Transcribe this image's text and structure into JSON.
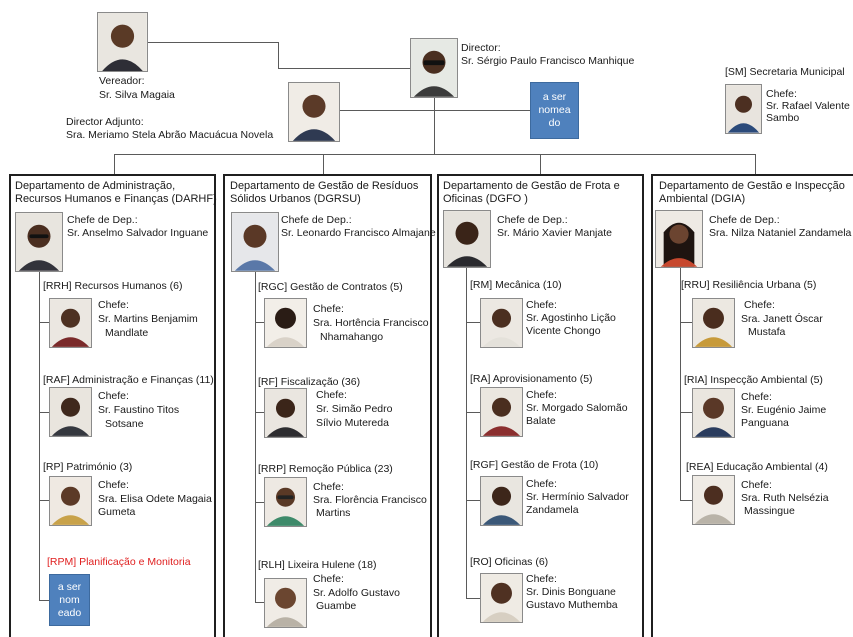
{
  "top": {
    "vereador": {
      "role": "Vereador:",
      "name": "Sr. Silva Magaia"
    },
    "director": {
      "role": "Director:",
      "name": "Sr. Sérgio Paulo Francisco Manhique"
    },
    "adjunto": {
      "role": "Director Adjunto:",
      "name": "Sra. Meriamo Stela Abrão Macuácua Novela"
    },
    "pending": "a ser\nnomea\ndo",
    "secretaria": {
      "title": "[SM] Secretaria Municipal",
      "role": "Chefe:",
      "name1": "Sr. Rafael Valente",
      "name2": "Sambo"
    }
  },
  "departments": [
    {
      "title1": "Departamento de Administração,",
      "title2": "Recursos Humanos e Finanças (DARHF)",
      "chief_role": "Chefe de Dep.:",
      "chief_name": "Sr. Anselmo Salvador Inguane",
      "units": [
        {
          "title": "[RRH] Recursos Humanos (6)",
          "role": "Chefe:",
          "name1": "Sr. Martins Benjamim",
          "name2": "Mandlate"
        },
        {
          "title": "[RAF] Administração e Finanças (11)",
          "role": "Chefe:",
          "name1": "Sr. Faustino Titos",
          "name2": "Sotsane"
        },
        {
          "title": "[RP] Património (3)",
          "role": "Chefe:",
          "name1": "Sra. Elisa Odete Magaia",
          "name2": "Gumeta"
        },
        {
          "title": "[RPM] Planificação e Monitoria",
          "pending": "a ser\nnom\neado"
        }
      ]
    },
    {
      "title1": "Departamento de Gestão de Resíduos",
      "title2": "Sólidos Urbanos (DGRSU)",
      "chief_role": "Chefe de Dep.:",
      "chief_name": "Sr. Leonardo Francisco Almajane",
      "units": [
        {
          "title": "[RGC] Gestão de Contratos (5)",
          "role": "Chefe:",
          "name1": "Sra. Hortência Francisco",
          "name2": "Nhamahango"
        },
        {
          "title": "[RF] Fiscalização (36)",
          "role": "Chefe:",
          "name1": "Sr. Simão Pedro",
          "name2": "Sílvio Mutereda"
        },
        {
          "title": "[RRP] Remoção Pública (23)",
          "role": "Chefe:",
          "name1": "Sra. Florência Francisco",
          "name2": "Martins"
        },
        {
          "title": "[RLH] Lixeira Hulene (18)",
          "role": "Chefe:",
          "name1": "Sr. Adolfo Gustavo",
          "name2": "Guambe"
        }
      ]
    },
    {
      "title1": "Departamento de Gestão de Frota e",
      "title2": "Oficinas (DGFO )",
      "chief_role": "Chefe de Dep.:",
      "chief_name": "Sr. Mário Xavier Manjate",
      "units": [
        {
          "title": "[RM] Mecânica (10)",
          "role": "Chefe:",
          "name1": "Sr. Agostinho Lição",
          "name2": "Vicente Chongo"
        },
        {
          "title": "[RA] Aprovisionamento (5)",
          "role": "Chefe:",
          "name1": "Sr. Morgado Salomão",
          "name2": "Balate"
        },
        {
          "title": "[RGF] Gestão de Frota (10)",
          "role": "Chefe:",
          "name1": "Sr. Hermínio Salvador",
          "name2": "Zandamela"
        },
        {
          "title": "[RO] Oficinas  (6)",
          "role": "Chefe:",
          "name1": "Sr. Dinis Bonguane",
          "name2": "Gustavo Muthemba"
        }
      ]
    },
    {
      "title1": "Departamento de Gestão e Inspecção",
      "title2": "Ambiental (DGIA)",
      "chief_role": "Chefe de Dep.:",
      "chief_name": "Sra. Nilza Nataniel Zandamela",
      "units": [
        {
          "title": "[RRU] Resiliência Urbana (5)",
          "role": "Chefe:",
          "name1": "Sra. Janett Óscar",
          "name2": "Mustafa"
        },
        {
          "title": "[RIA] Inspecção Ambiental (5)",
          "role": "Chefe:",
          "name1": "Sr. Eugénio Jaime",
          "name2": "Panguana"
        },
        {
          "title": "[REA] Educação Ambiental (4)",
          "role": "Chefe:",
          "name1": "Sra. Ruth Nelsézia",
          "name2": "Massingue"
        }
      ]
    }
  ],
  "colors": {
    "pending_box": "#4f81bd",
    "highlight_red": "#e02020",
    "line": "#5a5a5a",
    "border": "#1f1f1f"
  }
}
